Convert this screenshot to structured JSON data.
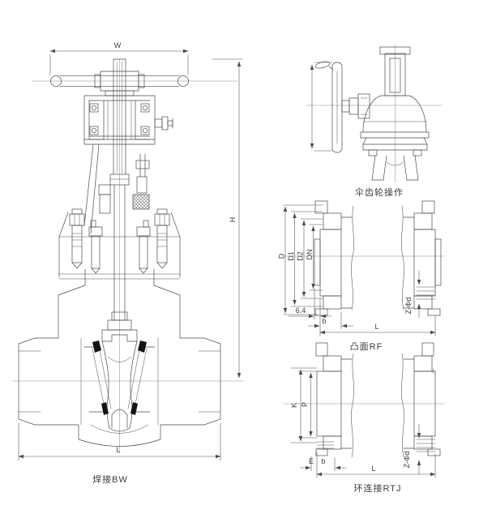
{
  "drawing": {
    "subject": "gate-valve-engineering-drawing",
    "colors": {
      "line": "#4a4a4a",
      "label": "#3c3c3c",
      "seal": "#141414",
      "background": "#ffffff"
    },
    "views": {
      "main": {
        "caption": "焊接BW",
        "dim_w": "W",
        "dim_h": "H",
        "dim_l": "L"
      },
      "gear": {
        "caption": "伞齿轮操作"
      },
      "rf": {
        "caption": "凸面RF",
        "dim_d": "D",
        "dim_d1": "D1",
        "dim_d2": "D2",
        "dim_dn": "DN",
        "dim_rf_height": "6.4",
        "dim_b": "b",
        "dim_l": "L",
        "dim_bolt": "Z-Φd"
      },
      "rtj": {
        "caption": "环连接RTJ",
        "dim_k": "K",
        "dim_p": "P",
        "dim_e": "E",
        "dim_b": "b",
        "dim_l": "L",
        "dim_bolt": "Z-Φd"
      }
    }
  }
}
